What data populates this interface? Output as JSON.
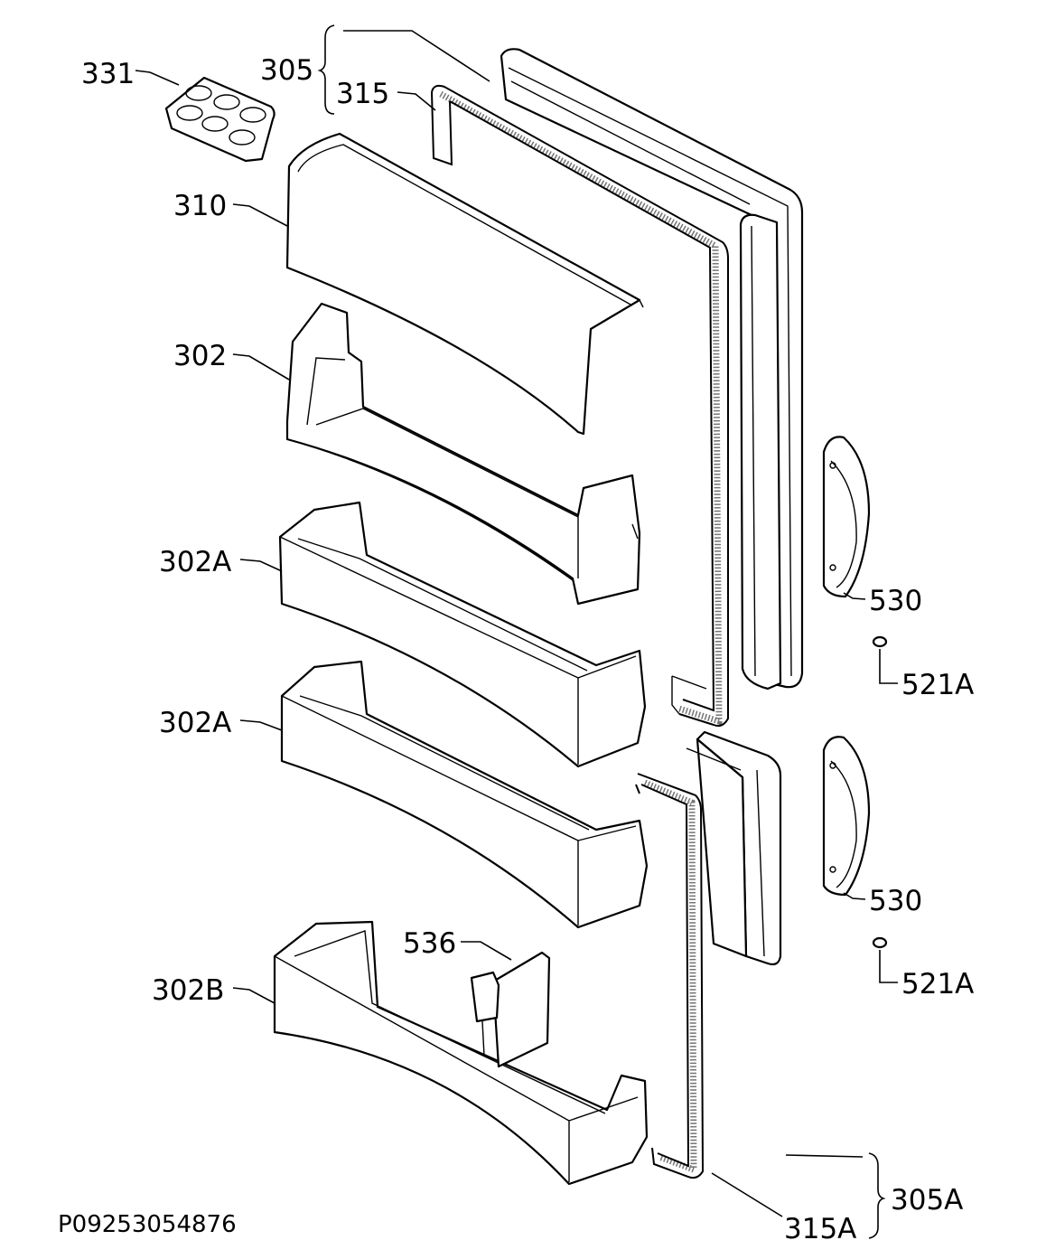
{
  "drawing_code": "P09253054876",
  "labels": {
    "l331": "331",
    "l305": "305",
    "l315": "315",
    "l310": "310",
    "l302": "302",
    "l302a_1": "302A",
    "l302a_2": "302A",
    "l302b": "302B",
    "l536": "536",
    "l530_1": "530",
    "l521a_1": "521A",
    "l530_2": "530",
    "l521a_2": "521A",
    "l305a": "305A",
    "l315a": "315A"
  }
}
